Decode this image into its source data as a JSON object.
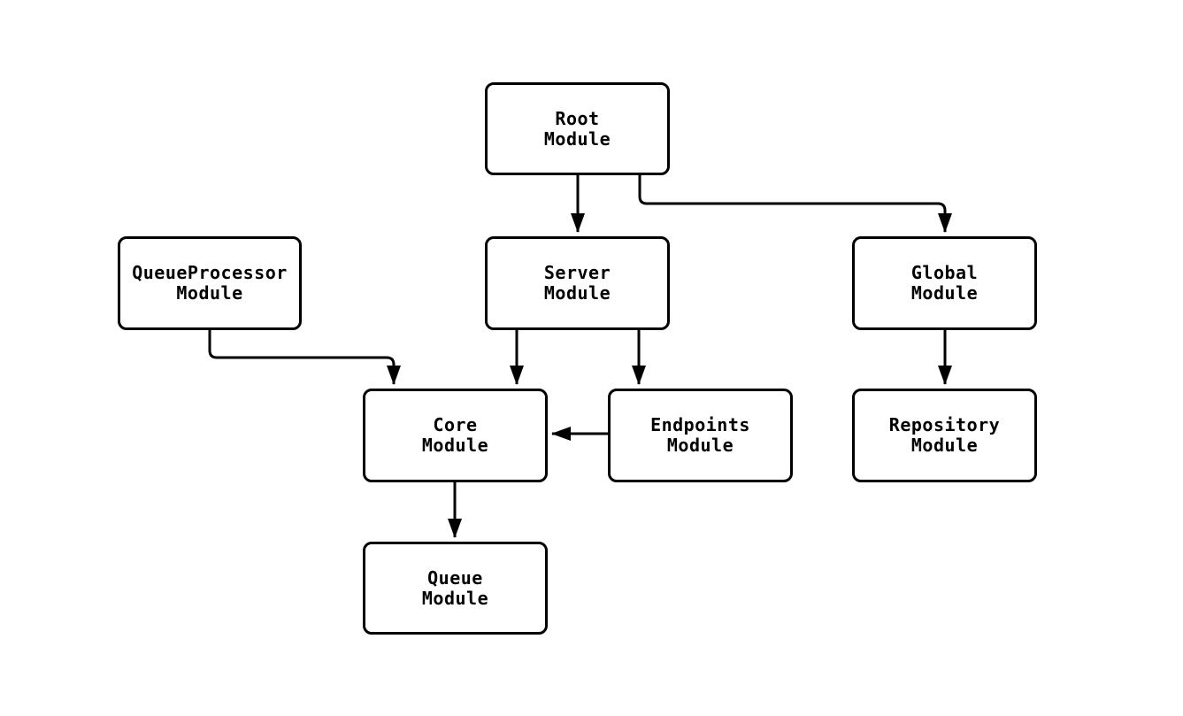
{
  "diagram": {
    "type": "module-dependency-flowchart",
    "background_color": "#ffffff",
    "stroke_color": "#000000",
    "node_fill_color": "#ffffff",
    "node_text_color": "#000000",
    "nodes": [
      {
        "id": "root",
        "label": "Root\nModule"
      },
      {
        "id": "queueprocessor",
        "label": "QueueProcessor\nModule"
      },
      {
        "id": "server",
        "label": "Server\nModule"
      },
      {
        "id": "global",
        "label": "Global\nModule"
      },
      {
        "id": "core",
        "label": "Core\nModule"
      },
      {
        "id": "endpoints",
        "label": "Endpoints\nModule"
      },
      {
        "id": "repository",
        "label": "Repository\nModule"
      },
      {
        "id": "queue",
        "label": "Queue\nModule"
      }
    ],
    "edges": [
      {
        "from": "root",
        "to": "server"
      },
      {
        "from": "root",
        "to": "global"
      },
      {
        "from": "queueprocessor",
        "to": "core"
      },
      {
        "from": "server",
        "to": "core"
      },
      {
        "from": "server",
        "to": "endpoints"
      },
      {
        "from": "endpoints",
        "to": "core"
      },
      {
        "from": "global",
        "to": "repository"
      },
      {
        "from": "core",
        "to": "queue"
      }
    ]
  }
}
